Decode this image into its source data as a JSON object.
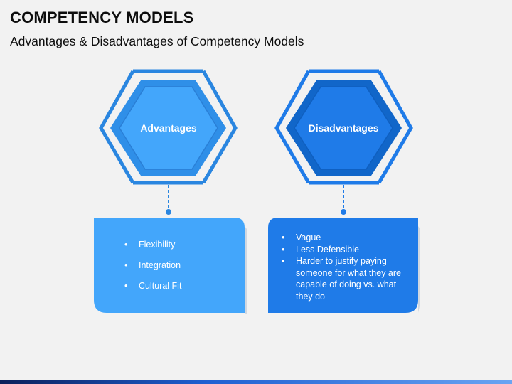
{
  "slide": {
    "title": "COMPETENCY MODELS",
    "subtitle": "Advantages & Disadvantages of Competency Models"
  },
  "advantages": {
    "label": "Advantages",
    "items": [
      "Flexibility",
      "Integration",
      "Cultural Fit"
    ]
  },
  "disadvantages": {
    "label": "Disadvantages",
    "items": [
      "Vague",
      "Less Defensible",
      "Harder to justify paying someone for what they are capable of doing vs. what they do"
    ]
  },
  "colors": {
    "advantages_fill": "#43a6fb",
    "advantages_inner": "#2f8fe8",
    "disadvantages_fill": "#1f7be8",
    "disadvantages_inner": "#1166c9",
    "frame": "#2a86e0",
    "connector": "#2a86e0"
  }
}
